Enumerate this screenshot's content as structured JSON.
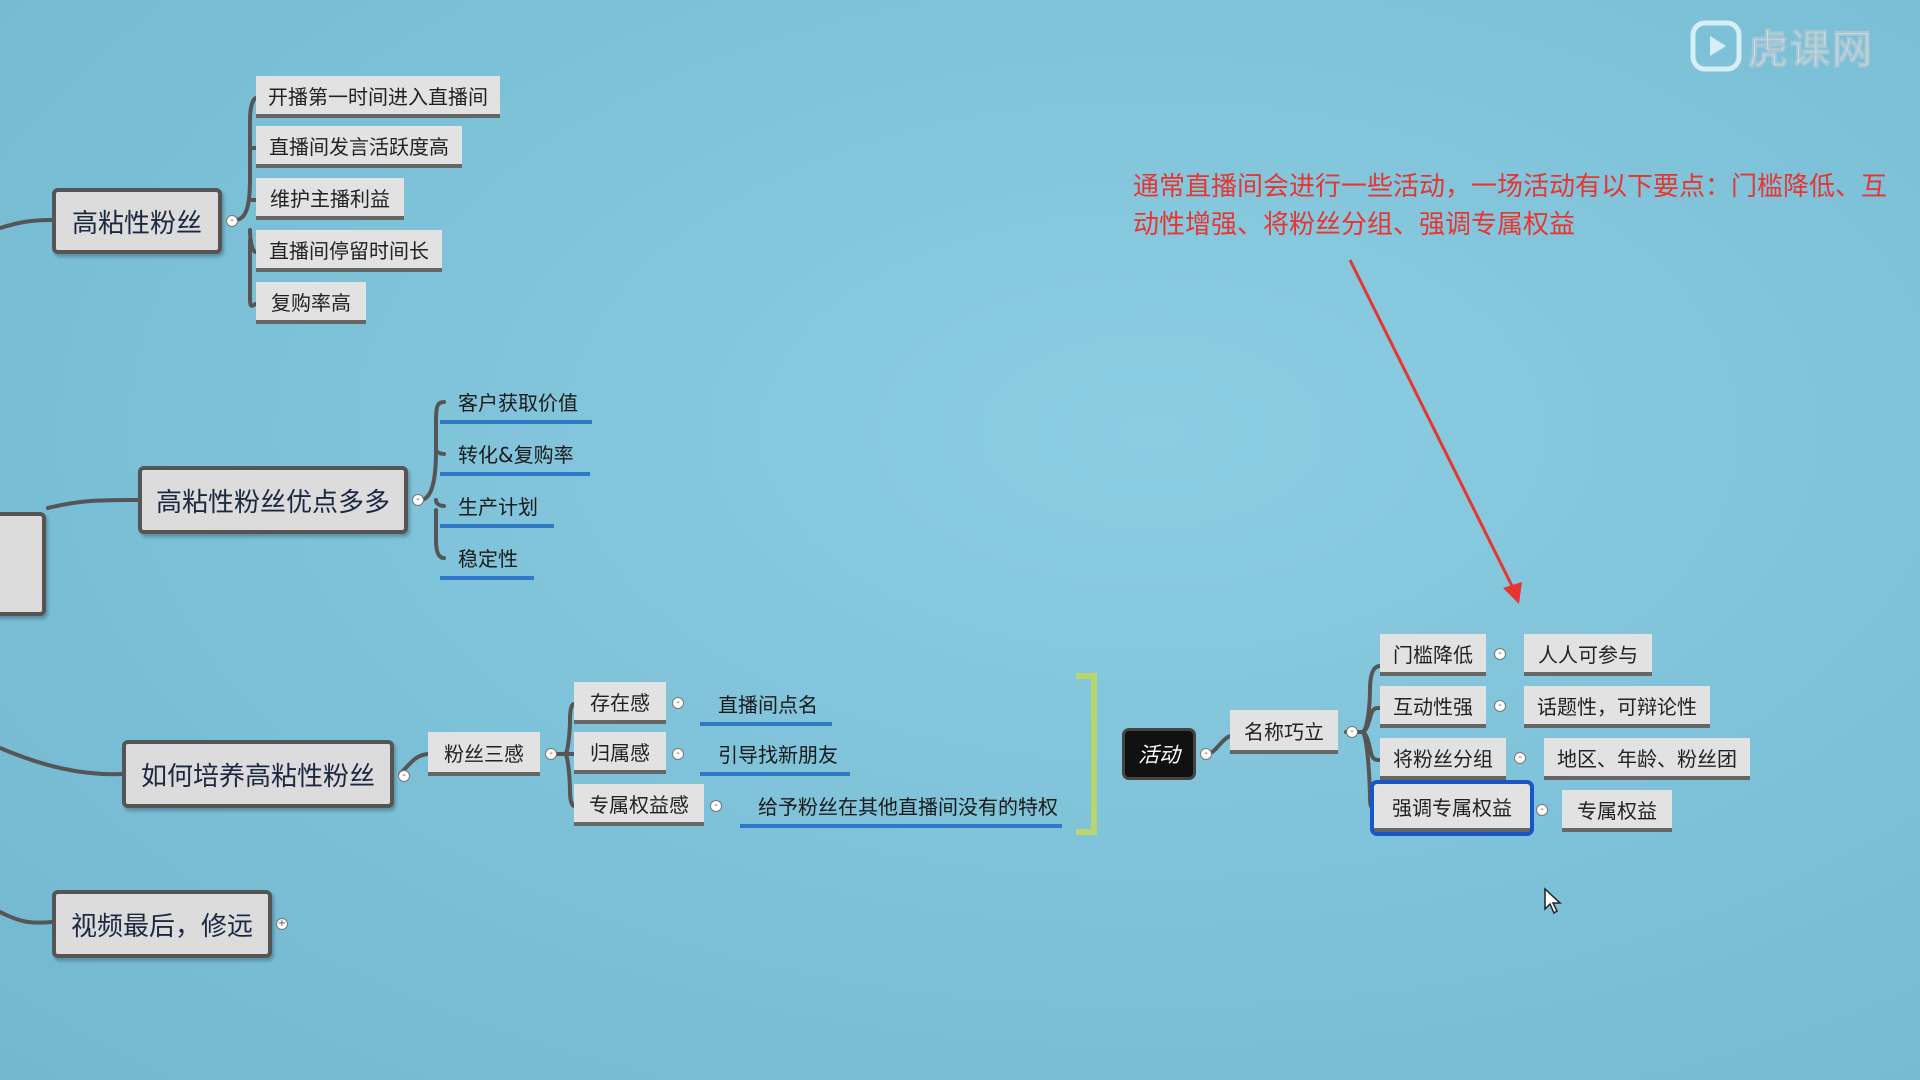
{
  "topics": {
    "high_sticky_fans": {
      "label": "高粘性粉丝",
      "children": [
        "开播第一时间进入直播间",
        "直播间发言活跃度高",
        "维护主播利益",
        "直播间停留时间长",
        "复购率高"
      ]
    },
    "advantages": {
      "label": "高粘性粉丝优点多多",
      "children": [
        "客户获取价值",
        "转化&复购率",
        "生产计划",
        "稳定性"
      ]
    },
    "cultivate": {
      "label": "如何培养高粘性粉丝",
      "fan_three_senses": "粉丝三感",
      "senses": [
        {
          "label": "存在感",
          "detail": "直播间点名"
        },
        {
          "label": "归属感",
          "detail": "引导找新朋友"
        },
        {
          "label": "专属权益感",
          "detail": "给予粉丝在其他直播间没有的特权"
        }
      ]
    },
    "video_end": {
      "label": "视频最后，修远"
    }
  },
  "activity": {
    "label": "活动",
    "name_node": "名称巧立",
    "items": [
      {
        "label": "门槛降低",
        "detail": "人人可参与"
      },
      {
        "label": "互动性强",
        "detail": "话题性，可辩论性"
      },
      {
        "label": "将粉丝分组",
        "detail": "地区、年龄、粉丝团"
      },
      {
        "label": "强调专属权益",
        "detail": "专属权益",
        "selected": true
      }
    ]
  },
  "annotation": "通常直播间会进行一些活动，一场活动有以下要点：门槛降低、互动性增强、将粉丝分组、强调专属权益",
  "watermark": "虎课网",
  "colors": {
    "background": "#7fc2da",
    "annotation": "#e8352f",
    "underline_blue": "#2f78c8",
    "selected_outline": "#1a55c8",
    "arrow": "#e8352f"
  }
}
